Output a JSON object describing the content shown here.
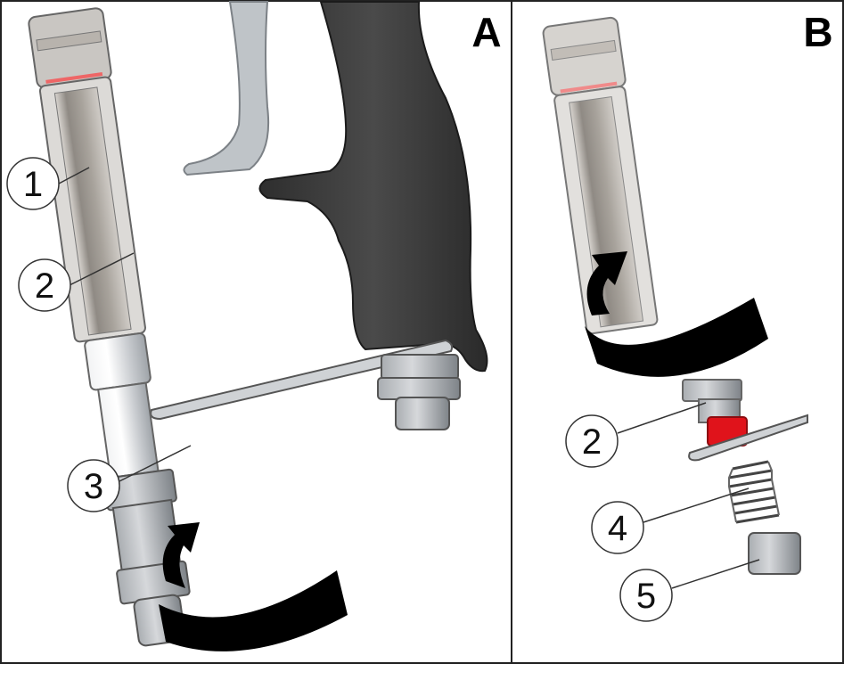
{
  "panels": [
    {
      "letter": "A",
      "callouts": [
        "1",
        "2",
        "3"
      ]
    },
    {
      "letter": "B",
      "callouts": [
        "2",
        "4",
        "5"
      ]
    }
  ],
  "colors": {
    "frame": "#222222",
    "grip": "#3d3d3d",
    "trigger": "#b9bec3",
    "tube": "#9a948d",
    "metal": "#c8cbcf",
    "red_seal": "#e0131b",
    "arrow": "#000000"
  }
}
